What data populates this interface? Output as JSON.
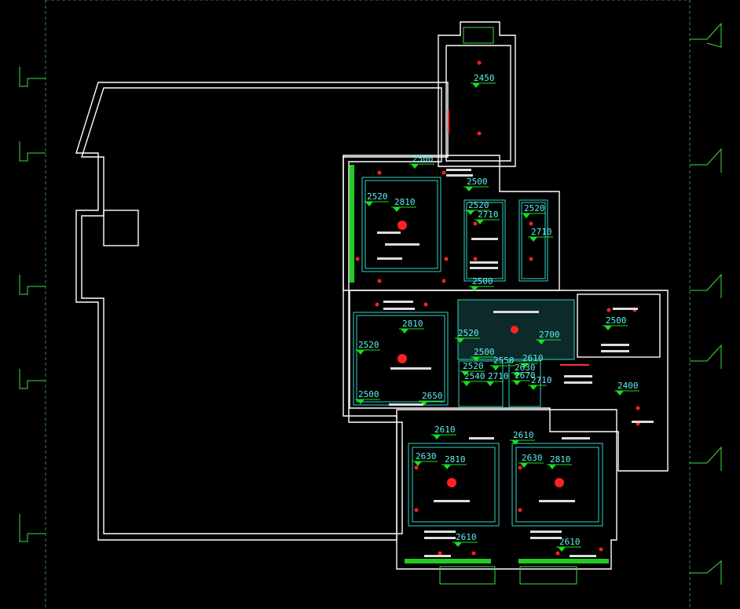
{
  "plan": {
    "colors": {
      "wall": "#ffffff",
      "ceiling": "#2ed6c8",
      "marker": "#18e018",
      "lamp": "#ff2020",
      "text": "#5ff0f0",
      "bg": "#000000"
    },
    "heights": [
      {
        "id": "h-2450",
        "text": "2450"
      },
      {
        "id": "h-2500a",
        "text": "2500"
      },
      {
        "id": "h-2500b",
        "text": "2500"
      },
      {
        "id": "h-2520a",
        "text": "2520"
      },
      {
        "id": "h-2810a",
        "text": "2810"
      },
      {
        "id": "h-2520b",
        "text": "2520"
      },
      {
        "id": "h-2710a",
        "text": "2710"
      },
      {
        "id": "h-2520c",
        "text": "2520"
      },
      {
        "id": "h-2710b",
        "text": "2710"
      },
      {
        "id": "h-2500c",
        "text": "2500"
      },
      {
        "id": "h-2810b",
        "text": "2810"
      },
      {
        "id": "h-2520d",
        "text": "2520"
      },
      {
        "id": "h-2520e",
        "text": "2520"
      },
      {
        "id": "h-2700",
        "text": "2700"
      },
      {
        "id": "h-2500d",
        "text": "2500"
      },
      {
        "id": "h-2500e",
        "text": "2500"
      },
      {
        "id": "h-2550",
        "text": "2550"
      },
      {
        "id": "h-2520f",
        "text": "2520"
      },
      {
        "id": "h-2540",
        "text": "2540"
      },
      {
        "id": "h-2710c",
        "text": "2710"
      },
      {
        "id": "h-2610s",
        "text": "2610"
      },
      {
        "id": "h-2630s",
        "text": "2630"
      },
      {
        "id": "h-2670",
        "text": "2670"
      },
      {
        "id": "h-2710d",
        "text": "2710"
      },
      {
        "id": "h-2500f",
        "text": "2500"
      },
      {
        "id": "h-2650",
        "text": "2650"
      },
      {
        "id": "h-2400",
        "text": "2400"
      },
      {
        "id": "h-2610a",
        "text": "2610"
      },
      {
        "id": "h-2630a",
        "text": "2630"
      },
      {
        "id": "h-2810c",
        "text": "2810"
      },
      {
        "id": "h-2610b",
        "text": "2610"
      },
      {
        "id": "h-2630b",
        "text": "2630"
      },
      {
        "id": "h-2810d",
        "text": "2810"
      },
      {
        "id": "h-2610c",
        "text": "2610"
      },
      {
        "id": "h-2610d",
        "text": "2610"
      }
    ]
  }
}
